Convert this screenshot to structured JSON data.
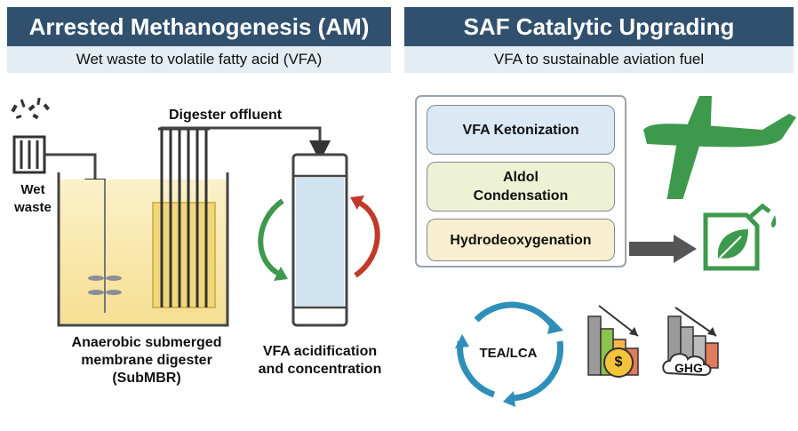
{
  "left_panel": {
    "title": "Arrested Methanogenesis (AM)",
    "subtitle": "Wet waste to volatile fatty acid (VFA)",
    "labels": {
      "wet_waste_1": "Wet",
      "wet_waste_2": "waste",
      "digester_offluent": "Digester offluent",
      "digester_1": "Anaerobic submerged",
      "digester_2": "membrane digester",
      "digester_3": "(SubMBR)",
      "acid_1": "VFA acidification",
      "acid_2": "and concentration"
    }
  },
  "right_panel": {
    "title": "SAF Catalytic Upgrading",
    "subtitle": "VFA to sustainable aviation fuel",
    "steps": [
      {
        "label": "VFA Ketonization",
        "color": "#dbe9f5"
      },
      {
        "label_1": "Aldol",
        "label_2": "Condensation",
        "color": "#eef2d4"
      },
      {
        "label": "Hydrodeoxygenation",
        "color": "#f7efcf"
      }
    ],
    "cycle_label": "TEA/LCA",
    "cost_symbol": "$",
    "ghg_label": "GHG"
  },
  "colors": {
    "header": "#30506e",
    "subheader": "#e3edf3",
    "green": "#3d9a4c",
    "red": "#c0392b",
    "cycle_blue": "#2f8fb8",
    "membrane": "#f0d77a",
    "column": "#cfe3f1"
  }
}
